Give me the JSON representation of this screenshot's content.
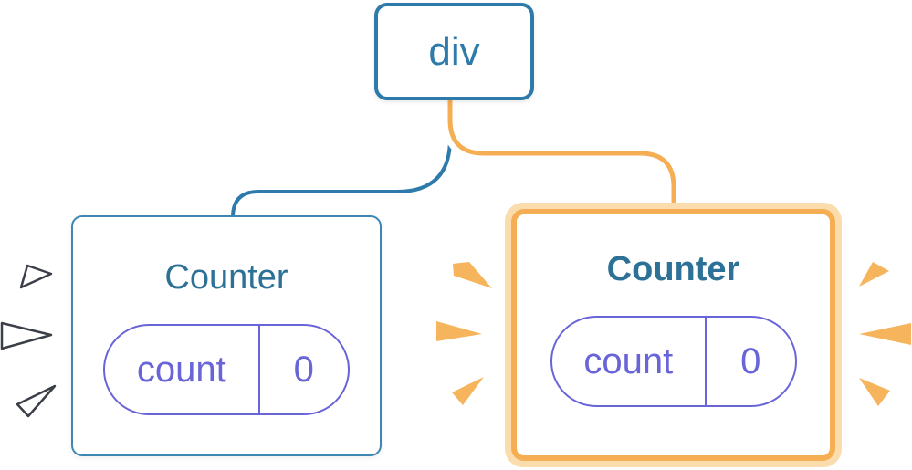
{
  "diagram": {
    "root_label": "div",
    "left_counter": {
      "title": "Counter",
      "state_key": "count",
      "state_value": "0"
    },
    "right_counter": {
      "title": "Counter",
      "state_key": "count",
      "state_value": "0"
    }
  },
  "colors": {
    "line-blue": "#2E7BAB",
    "card-border-blue": "#3D87B5",
    "title-teal": "#2D7196",
    "purple": "#6964D7",
    "orange": "#F6AE54",
    "orange-pale": "#FBDCAC",
    "wedge-orange": "#F6B45C",
    "wedge-outline": "#3B4048",
    "white": "#FFFFFF"
  }
}
